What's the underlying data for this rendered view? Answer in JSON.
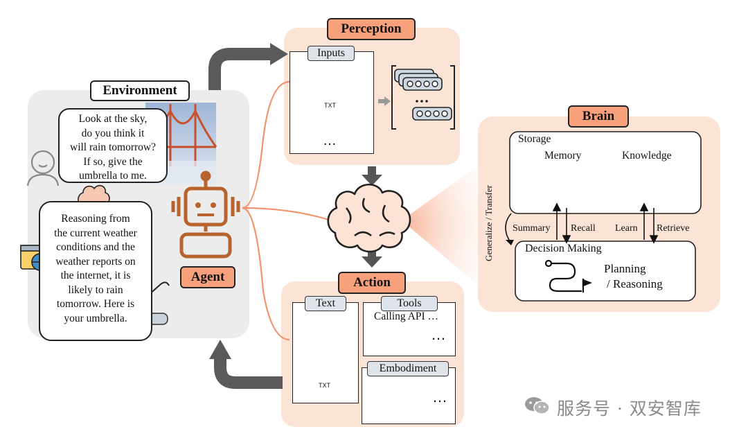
{
  "environment": {
    "title": "Environment",
    "human_speech": [
      "Look at the sky,",
      "do you think it",
      "will rain tomorrow?",
      "If so, give the",
      "umbrella to me."
    ],
    "agent_speech": [
      "Reasoning from",
      "the current weather",
      "conditions and the",
      "weather reports on",
      "the internet, it is",
      "likely to rain",
      "tomorrow. Here is",
      "your umbrella."
    ]
  },
  "agent": {
    "label": "Agent"
  },
  "perception": {
    "title": "Perception",
    "inputs_label": "Inputs",
    "more": "…",
    "file_label": "TXT"
  },
  "brain": {
    "title": "Brain",
    "storage_label": "Storage",
    "memory_label": "Memory",
    "knowledge_label": "Knowledge",
    "generalize_label": "Generalize / Transfer",
    "summary_label": "Summary",
    "recall_label": "Recall",
    "learn_label": "Learn",
    "retrieve_label": "Retrieve",
    "decision_label": "Decision Making",
    "planning_label": "Planning",
    "reasoning_label": "/ Reasoning"
  },
  "action": {
    "title": "Action",
    "text_label": "Text",
    "tools_label": "Tools",
    "calling_api": "Calling API …",
    "embodiment_label": "Embodiment",
    "file_label": "TXT",
    "more": "…"
  },
  "watermark": "服务号 · 双安智库",
  "colors": {
    "accent": "#f6a07c",
    "panel_bg": "#fbe3d6",
    "environment_bg": "#ececec",
    "arrow": "#5a5a5a",
    "robot": "#b8632e"
  }
}
